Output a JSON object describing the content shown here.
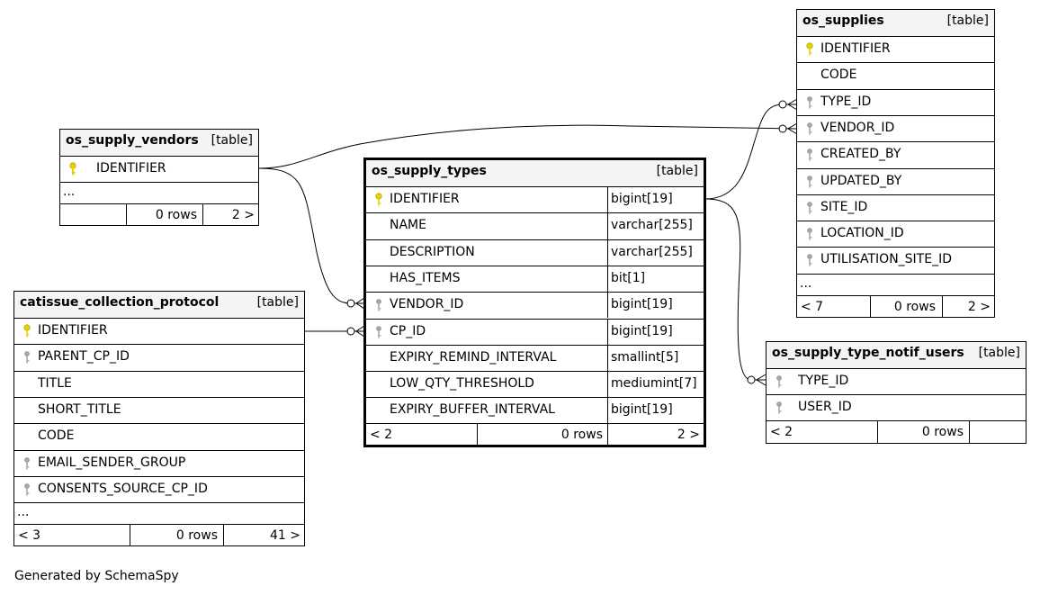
{
  "colors": {
    "primary_key": "#e6d200",
    "foreign_key": "#a8a8a8",
    "header_bg": "#f4f4f4",
    "border": "#000000"
  },
  "tables": {
    "vendors": {
      "name": "os_supply_vendors",
      "tag": "[table]",
      "columns": [
        {
          "name": "IDENTIFIER",
          "key": "primary-key-icon"
        }
      ],
      "more": "...",
      "footer": {
        "left": "",
        "middle": "0 rows",
        "right": "2 >"
      }
    },
    "types": {
      "name": "os_supply_types",
      "tag": "[table]",
      "columns": [
        {
          "name": "IDENTIFIER",
          "type": "bigint[19]",
          "key": "primary-key-icon"
        },
        {
          "name": "NAME",
          "type": "varchar[255]",
          "key": ""
        },
        {
          "name": "DESCRIPTION",
          "type": "varchar[255]",
          "key": ""
        },
        {
          "name": "HAS_ITEMS",
          "type": "bit[1]",
          "key": ""
        },
        {
          "name": "VENDOR_ID",
          "type": "bigint[19]",
          "key": "foreign-key-icon"
        },
        {
          "name": "CP_ID",
          "type": "bigint[19]",
          "key": "foreign-key-icon"
        },
        {
          "name": "EXPIRY_REMIND_INTERVAL",
          "type": "smallint[5]",
          "key": ""
        },
        {
          "name": "LOW_QTY_THRESHOLD",
          "type": "mediumint[7]",
          "key": ""
        },
        {
          "name": "EXPIRY_BUFFER_INTERVAL",
          "type": "bigint[19]",
          "key": ""
        }
      ],
      "footer": {
        "left": "< 2",
        "middle": "0 rows",
        "right": "2 >"
      }
    },
    "supplies": {
      "name": "os_supplies",
      "tag": "[table]",
      "columns": [
        {
          "name": "IDENTIFIER",
          "key": "primary-key-icon"
        },
        {
          "name": "CODE",
          "key": ""
        },
        {
          "name": "TYPE_ID",
          "key": "foreign-key-icon"
        },
        {
          "name": "VENDOR_ID",
          "key": "foreign-key-icon"
        },
        {
          "name": "CREATED_BY",
          "key": "foreign-key-icon"
        },
        {
          "name": "UPDATED_BY",
          "key": "foreign-key-icon"
        },
        {
          "name": "SITE_ID",
          "key": "foreign-key-icon"
        },
        {
          "name": "LOCATION_ID",
          "key": "foreign-key-icon"
        },
        {
          "name": "UTILISATION_SITE_ID",
          "key": "foreign-key-icon"
        }
      ],
      "more": "...",
      "footer": {
        "left": "< 7",
        "middle": "0 rows",
        "right": "2 >"
      }
    },
    "protocol": {
      "name": "catissue_collection_protocol",
      "tag": "[table]",
      "columns": [
        {
          "name": "IDENTIFIER",
          "key": "primary-key-icon"
        },
        {
          "name": "PARENT_CP_ID",
          "key": "foreign-key-icon"
        },
        {
          "name": "TITLE",
          "key": ""
        },
        {
          "name": "SHORT_TITLE",
          "key": ""
        },
        {
          "name": "CODE",
          "key": ""
        },
        {
          "name": "EMAIL_SENDER_GROUP",
          "key": "foreign-key-icon"
        },
        {
          "name": "CONSENTS_SOURCE_CP_ID",
          "key": "foreign-key-icon"
        }
      ],
      "more": "...",
      "footer": {
        "left": "< 3",
        "middle": "0 rows",
        "right": "41 >"
      }
    },
    "notif": {
      "name": "os_supply_type_notif_users",
      "tag": "[table]",
      "columns": [
        {
          "name": "TYPE_ID",
          "key": "foreign-key-icon"
        },
        {
          "name": "USER_ID",
          "key": "foreign-key-icon"
        }
      ],
      "footer": {
        "left": "< 2",
        "middle": "0 rows",
        "right": ""
      }
    }
  },
  "generated_by": "Generated by SchemaSpy"
}
